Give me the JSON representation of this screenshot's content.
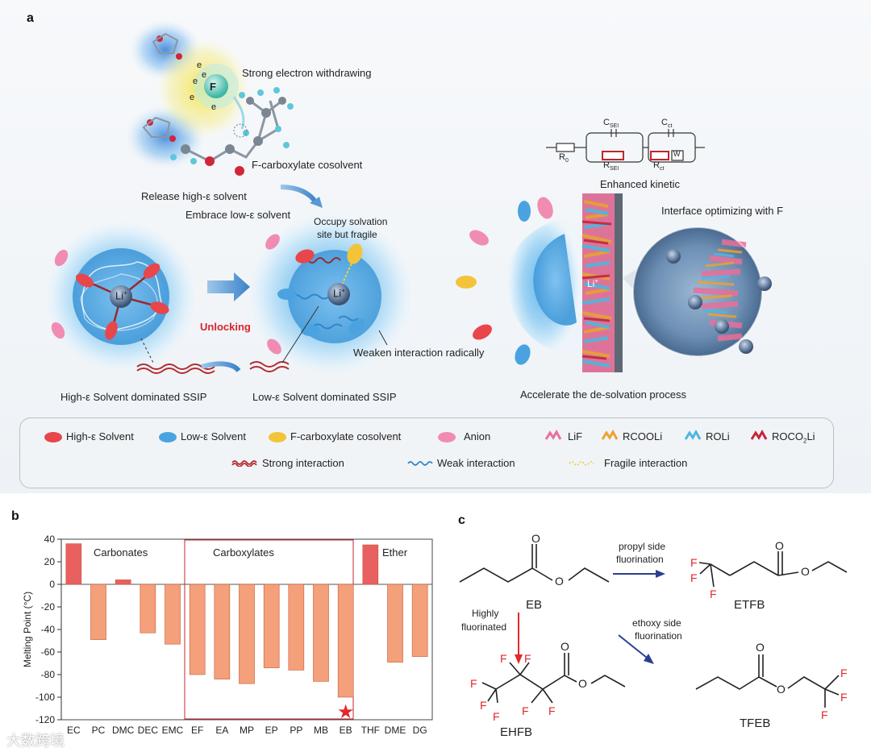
{
  "panel_a": {
    "letter": "a",
    "molecule": {
      "f_atom": "F",
      "electrons": [
        "e",
        "e",
        "e",
        "e",
        "e"
      ],
      "strong_electron": "Strong electron withdrawing",
      "cosolvent": "F-carboxylate cosolvent"
    },
    "release": "Release high-ε solvent",
    "embrace": "Embrace low-ε solvent",
    "occupy_line1": "Occupy solvation",
    "occupy_line2": "site but fragile",
    "unlocking": "Unlocking",
    "li_ion": "Li",
    "weaken": "Weaken interaction radically",
    "high_ssip": "High-ε Solvent dominated SSIP",
    "low_ssip": "Low-ε Solvent dominated SSIP",
    "accelerate": "Accelerate the de-solvation process",
    "circuit": {
      "r0": "R",
      "r0_sub": "0",
      "csei": "C",
      "csei_sub": "SEI",
      "rsei": "R",
      "rsei_sub": "SEI",
      "cct": "C",
      "cct_sub": "ct",
      "rct": "R",
      "rct_sub": "ct",
      "w": "W"
    },
    "enhanced": "Enhanced kinetic",
    "interface": "Interface optimizing with F",
    "legend": {
      "high": "High-ε Solvent",
      "low": "Low-ε Solvent",
      "fcarb": "F-carboxylate cosolvent",
      "anion": "Anion",
      "lif": "LiF",
      "rcooli": "RCOOLi",
      "roli": "ROLi",
      "roco2li_pre": "ROCO",
      "roco2li_sub": "2",
      "roco2li_post": "Li",
      "strong": "Strong interaction",
      "weak": "Weak interaction",
      "fragile": "Fragile interaction"
    },
    "colors": {
      "high": "#e8464a",
      "low": "#4aa3e0",
      "fcarb": "#f3c43a",
      "anion": "#f08cb2"
    }
  },
  "panel_b": {
    "letter": "b",
    "groups": [
      "Carbonates",
      "Carboxylates",
      "Ether"
    ]
  },
  "panel_c": {
    "letter": "c",
    "eb": "EB",
    "propyl_line1": "propyl side",
    "propyl_line2": "fluorination",
    "etfb": "ETFB",
    "highly_line1": "Highly",
    "highly_line2": "fluorinated",
    "ethoxy_line1": "ethoxy side",
    "ethoxy_line2": "fluorination",
    "ehfb": "EHFB",
    "tfeb": "TFEB",
    "atom_o": "O",
    "atom_f": "F"
  },
  "watermark": "大数跨境",
  "chart_data": {
    "type": "bar",
    "ylabel": "Melting Point (°C)",
    "ylim": [
      -120,
      40
    ],
    "yticks": [
      40,
      20,
      0,
      -20,
      -40,
      -60,
      -80,
      -100,
      -120
    ],
    "categories": [
      "EC",
      "PC",
      "DMC",
      "DEC",
      "EMC",
      "EF",
      "EA",
      "MP",
      "EP",
      "PP",
      "MB",
      "EB",
      "THF",
      "DME",
      "DG"
    ],
    "values": [
      36,
      -49,
      4,
      -43,
      -53,
      -80,
      -84,
      -88,
      -74,
      -76,
      -86,
      -100,
      35,
      -69,
      -64
    ],
    "highlight": "EB",
    "colors": {
      "positive": "#e8605f",
      "negative": "#f4a07a",
      "star": "#e3282c"
    }
  }
}
